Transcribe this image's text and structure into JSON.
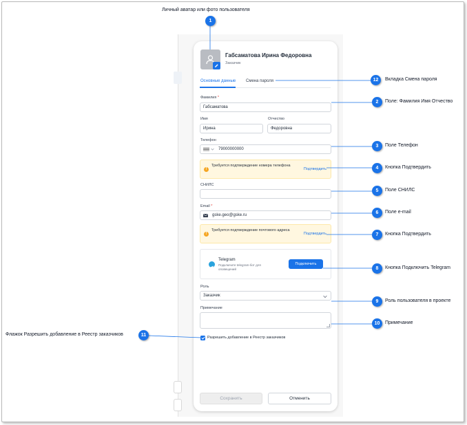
{
  "profile": {
    "name": "Габсаматова Ирина Федоровна",
    "role": "Заказчик"
  },
  "tabs": [
    {
      "label": "Основные данные",
      "active": true
    },
    {
      "label": "Смена пароля",
      "active": false
    }
  ],
  "form": {
    "lastname_label": "Фамилия",
    "required_mark": "*",
    "lastname_value": "Габсаматова",
    "firstname_label": "Имя",
    "firstname_value": "Ирина",
    "patronymic_label": "Отчество",
    "patronymic_value": "Федоровна",
    "phone_label": "Телефон",
    "phone_value": "79000000000",
    "phone_warning": "Требуется подтверждение номера телефона",
    "confirm_link": "Подтвердить",
    "snils_label": "СНИЛС",
    "snils_value": "",
    "email_label": "Email",
    "email_value": "gske.geo@gske.ru",
    "email_warning": "Требуется подтверждение почтового адреса",
    "telegram_title": "Telegram",
    "telegram_subtitle": "Подключите telegram-бот для оповещений",
    "telegram_button": "Подключить",
    "role_label": "Роль",
    "role_value": "Заказчик",
    "note_label": "Примечание",
    "note_value": "",
    "checkbox_label": "Разрешить добавление в Реестр заказчиков",
    "checkbox_checked": true,
    "save_button": "Сохранить",
    "cancel_button": "Отменить"
  },
  "callouts": {
    "c1": {
      "num": "1",
      "text": "Личный аватар или фото пользователя"
    },
    "c2": {
      "num": "2",
      "text": "Поле: Фамилия Имя Отчество"
    },
    "c3": {
      "num": "3",
      "text": "Поле Телефон"
    },
    "c4": {
      "num": "4",
      "text": "Кнопка Подтвердить"
    },
    "c5": {
      "num": "5",
      "text": "Поле СНИЛС"
    },
    "c6": {
      "num": "6",
      "text": "Поле e-mail"
    },
    "c7": {
      "num": "7",
      "text": "Кнопка Подтвердить"
    },
    "c8": {
      "num": "8",
      "text": "Кнопка Подключить Telegram"
    },
    "c9": {
      "num": "9",
      "text": "Роль пользователя в проекте"
    },
    "c10": {
      "num": "10",
      "text": "Примечание"
    },
    "c11": {
      "num": "11",
      "text": "Флажок Разрешить добавление в Реестр заказчиков"
    },
    "c12": {
      "num": "12",
      "text": "Вкладка Смена пароля"
    }
  },
  "colors": {
    "accent": "#1a73e8",
    "warning_bg": "#fff7e0",
    "warning_icon": "#f5a623",
    "required": "#e53935",
    "telegram": "#2aa3dd"
  },
  "icons": {
    "avatar": "user-icon",
    "avatar_edit": "pencil-icon",
    "phone_flag": "flag-icon",
    "email": "envelope-icon",
    "warning": "info-icon",
    "telegram": "telegram-icon",
    "role_dropdown": "chevron-down-icon"
  }
}
